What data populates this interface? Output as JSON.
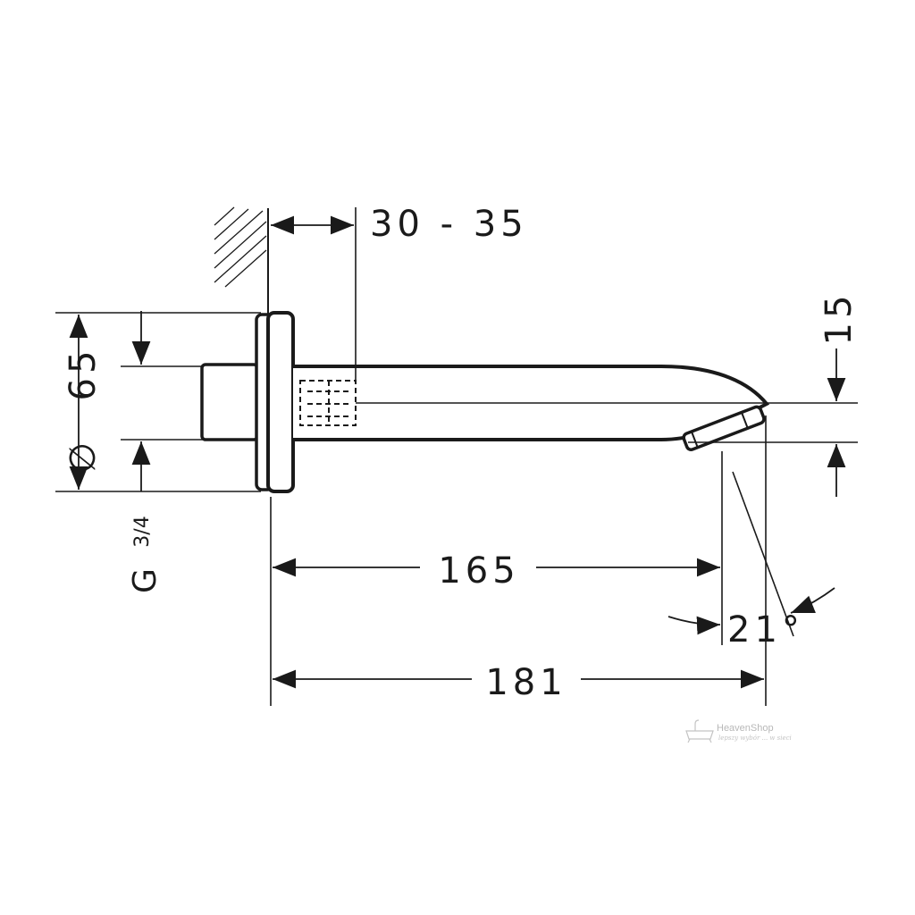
{
  "dimensions": {
    "wall_projection": "30 - 35",
    "flange_diameter": "65",
    "diameter_symbol": "∅",
    "thread": "G",
    "thread_size": "3/4",
    "outlet_height": "15",
    "spout_length": "165",
    "overall_length": "181",
    "spray_angle": "21°"
  },
  "watermark": {
    "name": "HeavenShop",
    "tagline": "lepszy wybór ... w sieci"
  }
}
